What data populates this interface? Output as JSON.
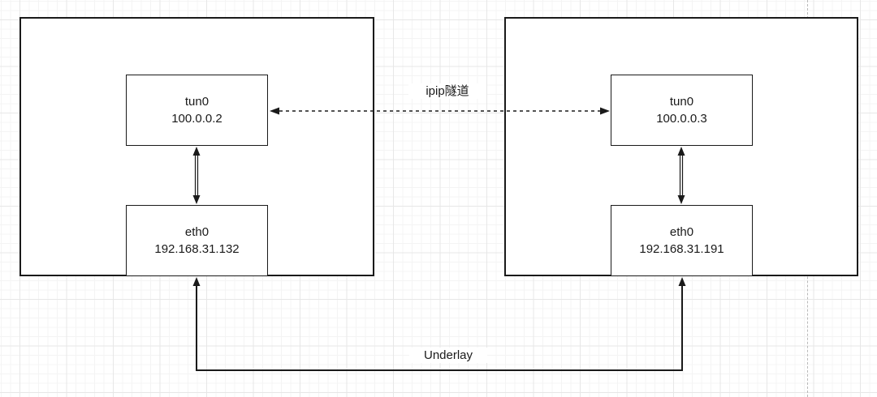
{
  "diagram": {
    "tunnel_label": "ipip隧道",
    "underlay_label": "Underlay",
    "left_host": {
      "tun": {
        "name": "tun0",
        "ip": "100.0.0.2"
      },
      "eth": {
        "name": "eth0",
        "ip": "192.168.31.132"
      }
    },
    "right_host": {
      "tun": {
        "name": "tun0",
        "ip": "100.0.0.3"
      },
      "eth": {
        "name": "eth0",
        "ip": "192.168.31.191"
      }
    },
    "colors": {
      "stroke": "#1a1a1a",
      "background": "#ffffff",
      "grid_minor": "#f4f4f4",
      "grid_major": "#e7e7e7",
      "page_boundary": "#b9b9b9"
    }
  }
}
